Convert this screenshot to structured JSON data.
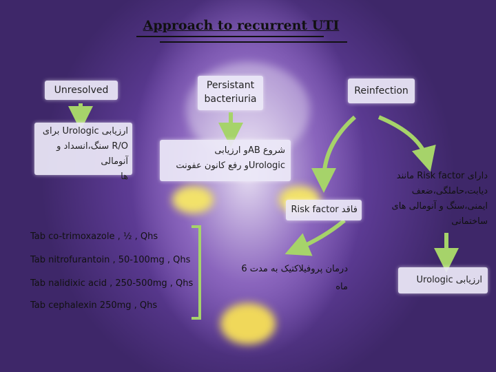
{
  "title": "Approach to recurrent UTI",
  "boxes": {
    "unresolved": "Unresolved",
    "persistant": [
      "Persistant",
      "bacteriuria"
    ],
    "reinfection": "Reinfection",
    "urologic_eval": [
      "ارزیابی Urologic برای",
      "R/O سنگ،انسداد و آنومالی",
      "ها"
    ],
    "ab_start": [
      "شروع ABو ارزیابی",
      "Urologicو رفع کانون عفونت"
    ],
    "no_risk_factor": "فاقد Risk factor",
    "risk_factor": [
      "دارای Risk factor مانند",
      "دیابت،حاملگی،ضعف",
      "ایمنی،سنگ و آنومالی های",
      "ساختمانی"
    ],
    "prophylaxis": [
      "درمان پروفیلاکتیک به مدت 6",
      "ماه"
    ],
    "urologic_right": "ارزیابی Urologic"
  },
  "drugs": [
    "Tab co-trimoxazole , ½ , Qhs",
    "Tab nitrofurantoin , 50-100mg , Qhs",
    "Tab nalidixic acid , 250-500mg , Qhs",
    "Tab cephalexin 250mg , Qhs"
  ]
}
